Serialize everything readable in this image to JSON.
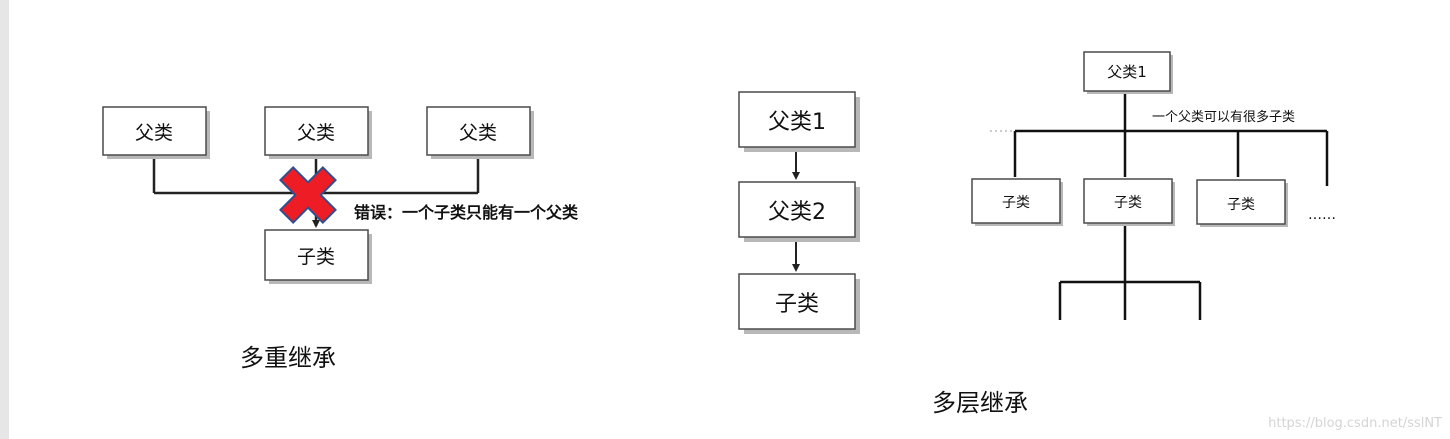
{
  "multiple_inheritance": {
    "parents": [
      "父类",
      "父类",
      "父类"
    ],
    "child": "子类",
    "error_note": "错误：一个子类只能有一个父类",
    "caption": "多重继承"
  },
  "multilevel_chain": {
    "nodes": [
      "父类1",
      "父类2",
      "子类"
    ]
  },
  "hierarchy_tree": {
    "root": "父类1",
    "note": "一个父类可以有很多子类",
    "children": [
      "子类",
      "子类",
      "子类"
    ],
    "ellipsis": "……",
    "caption": "多层继承"
  },
  "watermark": "https://blog.csdn.net/sslNT",
  "colors": {
    "box_border": "#4a4a4a",
    "shadow": "#b8b8b8",
    "cross_fill": "#ee1c24",
    "cross_outline": "#2f4f8f"
  }
}
